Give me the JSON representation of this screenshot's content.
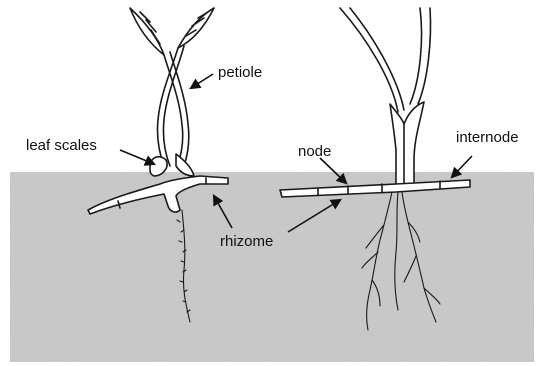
{
  "labels": {
    "petiole": "petiole",
    "leaf_scales": "leaf scales",
    "rhizome": "rhizome",
    "node": "node",
    "internode": "internode"
  },
  "colors": {
    "soil": "#c9c9c9",
    "line": "#1a1a1a",
    "background": "#ffffff"
  }
}
